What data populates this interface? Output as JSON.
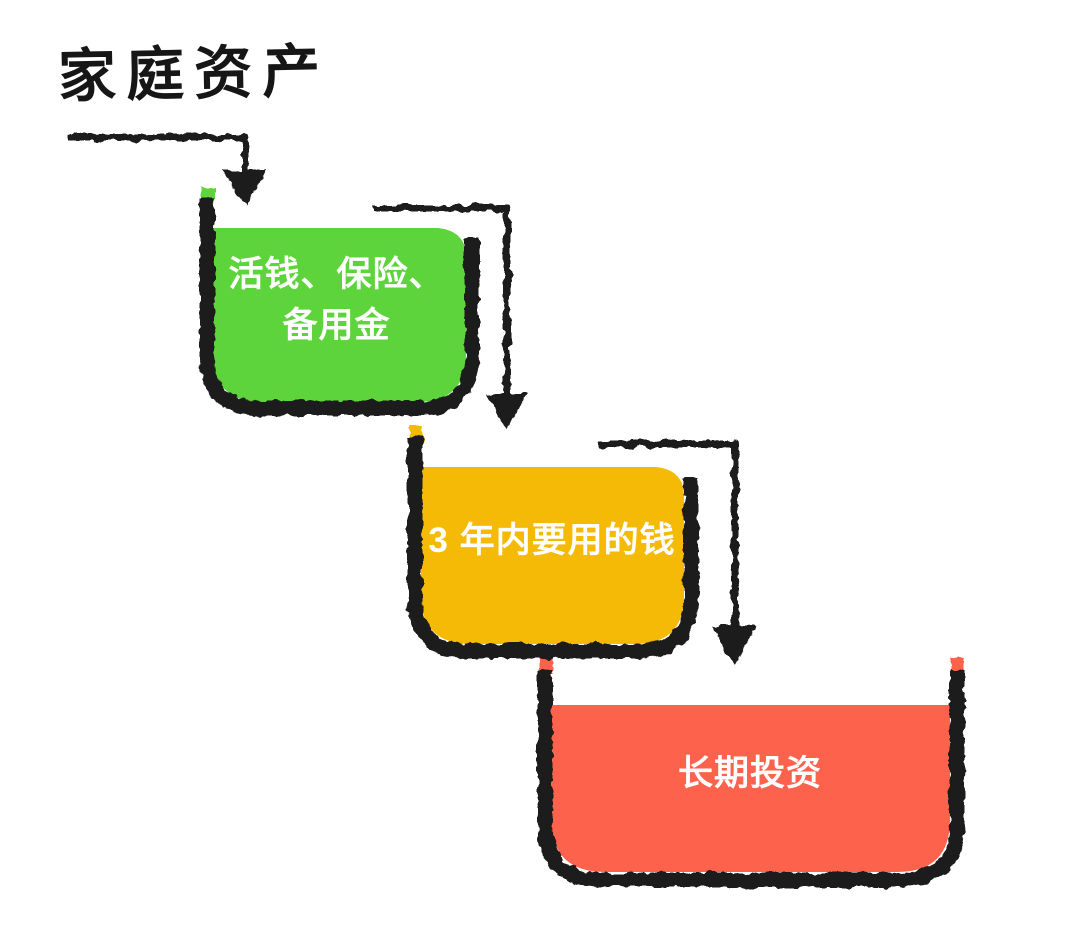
{
  "title": "家庭资产",
  "colors": {
    "background": "#ffffff",
    "ink": "#1a1a1a",
    "label_text": "#ffffff",
    "bucket1_fill": "#5ed43c",
    "bucket2_fill": "#f4ba05",
    "bucket3_fill": "#fd624c"
  },
  "buckets": [
    {
      "id": "liquid-money",
      "label": "活钱、保险、备用金",
      "lines": [
        "活钱、保险、",
        "备用金"
      ],
      "color": "#5ed43c"
    },
    {
      "id": "three-year-money",
      "label": "3 年内要用的钱",
      "lines": [
        "3 年内要用的钱"
      ],
      "color": "#f4ba05"
    },
    {
      "id": "long-term-investment",
      "label": "长期投资",
      "lines": [
        "长期投资"
      ],
      "color": "#fd624c"
    }
  ],
  "arrows": [
    {
      "id": "title-to-bucket1",
      "from": "家庭资产",
      "to": "活钱、保险、备用金"
    },
    {
      "id": "bucket1-to-bucket2",
      "from": "活钱、保险、备用金",
      "to": "3 年内要用的钱"
    },
    {
      "id": "bucket2-to-bucket3",
      "from": "3 年内要用的钱",
      "to": "长期投资"
    }
  ]
}
